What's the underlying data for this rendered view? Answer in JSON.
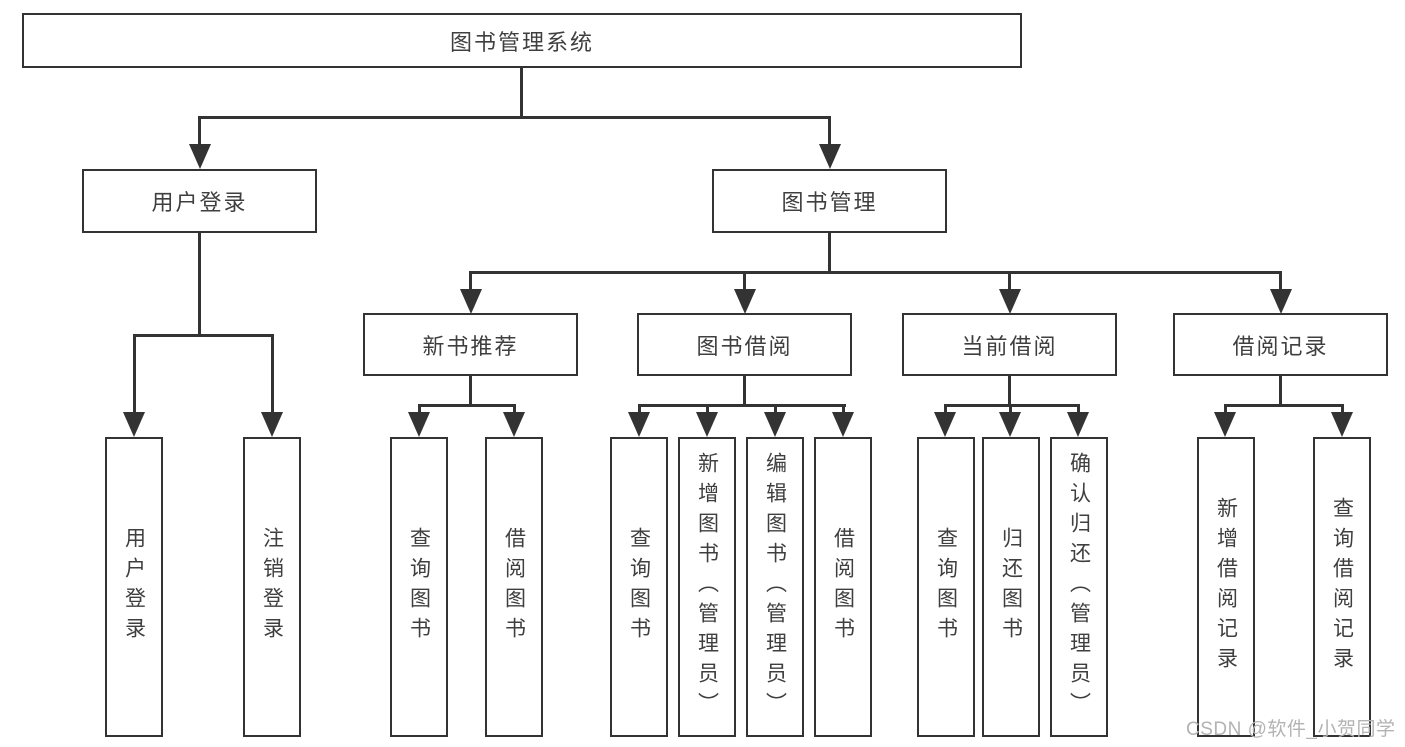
{
  "diagram": {
    "type": "hierarchy-tree",
    "root": {
      "label": "图书管理系统"
    },
    "level2": [
      {
        "label": "用户登录"
      },
      {
        "label": "图书管理"
      }
    ],
    "level3": [
      {
        "label": "新书推荐",
        "parent": "图书管理"
      },
      {
        "label": "图书借阅",
        "parent": "图书管理"
      },
      {
        "label": "当前借阅",
        "parent": "图书管理"
      },
      {
        "label": "借阅记录",
        "parent": "图书管理"
      }
    ],
    "leaves": [
      {
        "label": "用户登录",
        "parent": "用户登录"
      },
      {
        "label": "注销登录",
        "parent": "用户登录"
      },
      {
        "label": "查询图书",
        "parent": "新书推荐"
      },
      {
        "label": "借阅图书",
        "parent": "新书推荐"
      },
      {
        "label": "查询图书",
        "parent": "图书借阅"
      },
      {
        "label": "新增图书（管理员）",
        "parent": "图书借阅"
      },
      {
        "label": "编辑图书（管理员）",
        "parent": "图书借阅"
      },
      {
        "label": "借阅图书",
        "parent": "图书借阅"
      },
      {
        "label": "查询图书",
        "parent": "当前借阅"
      },
      {
        "label": "归还图书",
        "parent": "当前借阅"
      },
      {
        "label": "确认归还（管理员）",
        "parent": "当前借阅"
      },
      {
        "label": "新增借阅记录",
        "parent": "借阅记录"
      },
      {
        "label": "查询借阅记录",
        "parent": "借阅记录"
      }
    ]
  },
  "watermark": "CSDN @软件_小贺同学",
  "colors": {
    "line": "#333333",
    "text": "#3f3f3f",
    "watermark": "#b3b3b3",
    "background": "#ffffff"
  }
}
